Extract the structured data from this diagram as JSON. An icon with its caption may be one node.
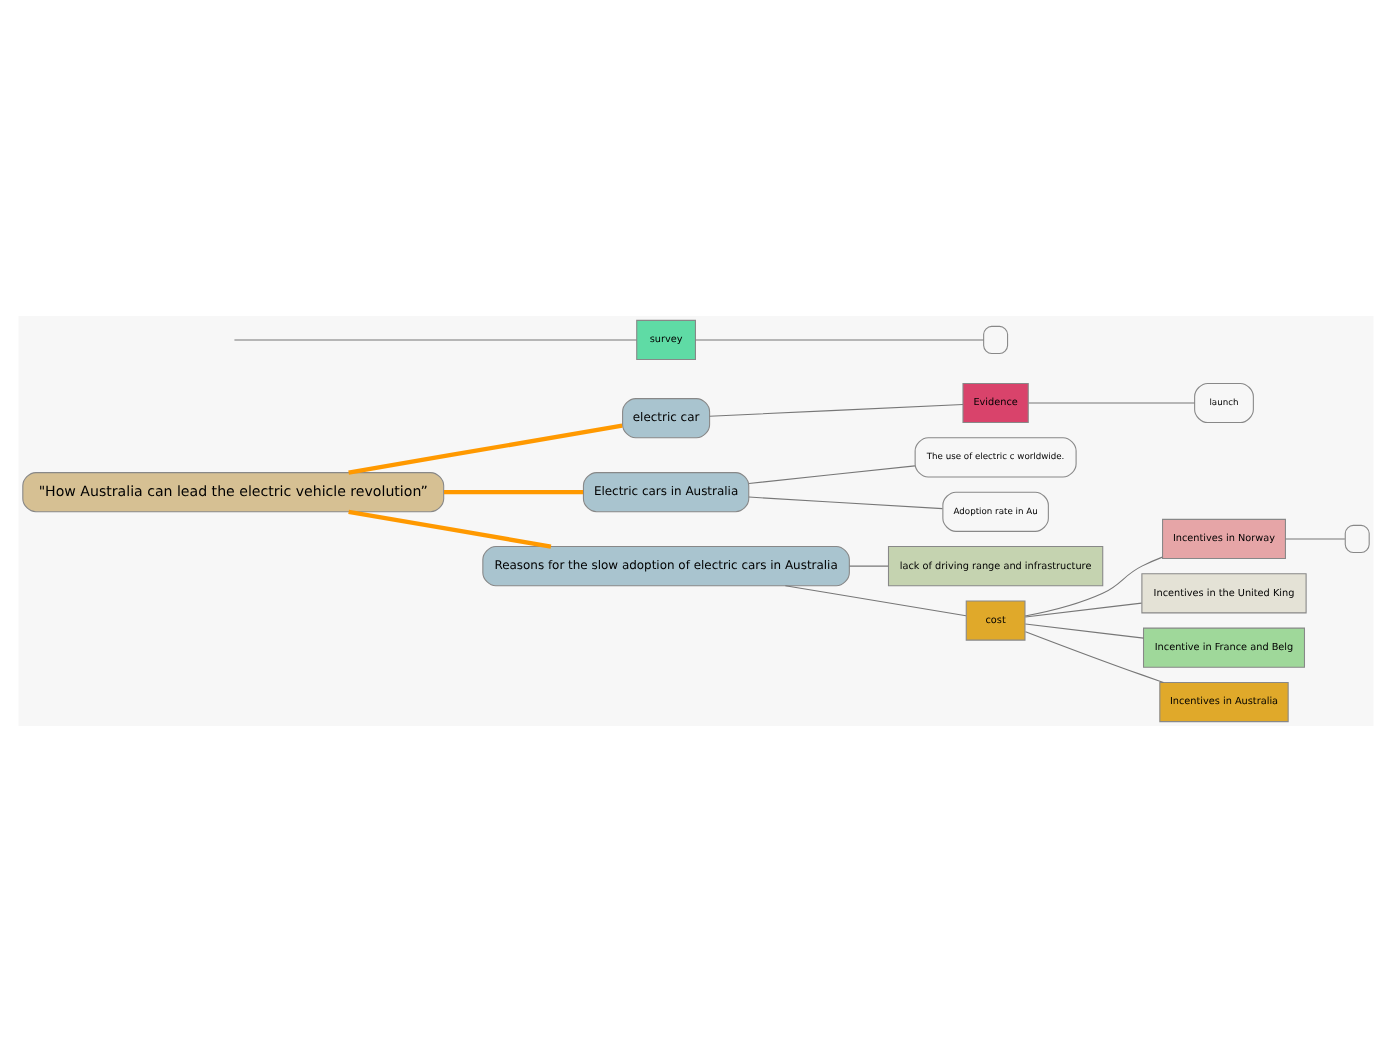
{
  "diagram": {
    "nodes": [
      {
        "text": [
          "\"How Australia can lead the electric vehicle revolution”"
        ]
      },
      {
        "text": [
          "electric car"
        ]
      },
      {
        "text": [
          "Evidence"
        ]
      },
      {
        "text": [
          "launch"
        ]
      },
      {
        "text": [
          "Electric cars in Australia"
        ]
      },
      {
        "text": [
          "The use of electric c worldwide."
        ]
      },
      {
        "text": [
          "Adoption rate in Au"
        ]
      },
      {
        "text": [
          "Reasons for the slow adoption of electric cars in Australia"
        ]
      },
      {
        "text": [
          "lack of driving range and infrastructure"
        ]
      },
      {
        "text": [
          "cost"
        ]
      },
      {
        "text": [
          "Incentives in Norway"
        ]
      },
      {
        "text": [],
        "shape": "box"
      },
      {
        "text": [
          "Incentives in the United King"
        ]
      },
      {
        "text": [
          "Incentive in France and Belg"
        ]
      },
      {
        "text": [
          "Incentives in Australia"
        ]
      },
      {
        "text": [
          "survey"
        ]
      },
      {
        "text": [],
        "shape": "box"
      }
    ],
    "edges": [
      {
        "from": 0,
        "to": 1,
        "arrow": "none",
        "style": "thick",
        "color": "#ff9900"
      },
      {
        "from": 1,
        "to": 2,
        "arrow": "none"
      },
      {
        "from": 2,
        "to": 3,
        "arrow": "none"
      },
      {
        "from": 0,
        "to": 4,
        "arrow": "none",
        "style": "thick",
        "color": "#ff9900"
      },
      {
        "from": 4,
        "to": 5,
        "arrow": "none"
      },
      {
        "from": 4,
        "to": 6,
        "arrow": "none"
      },
      {
        "from": 0,
        "to": 7,
        "arrow": "none",
        "style": "thick",
        "color": "#ff9900"
      },
      {
        "from": 7,
        "to": 8,
        "arrow": "none"
      },
      {
        "from": 7,
        "to": 9,
        "arrow": "none"
      },
      {
        "from": 9,
        "to": 10,
        "arrow": "none"
      },
      {
        "from": 10,
        "to": 11,
        "arrow": "none"
      },
      {
        "from": 9,
        "to": 12,
        "arrow": "none"
      },
      {
        "from": 9,
        "to": 13,
        "arrow": "none"
      },
      {
        "from": 9,
        "to": 14,
        "arrow": "none"
      },
      {
        "from": null,
        "to": 15,
        "arrow": "none"
      },
      {
        "from": 15,
        "to": 16,
        "arrow": "none"
      }
    ]
  }
}
